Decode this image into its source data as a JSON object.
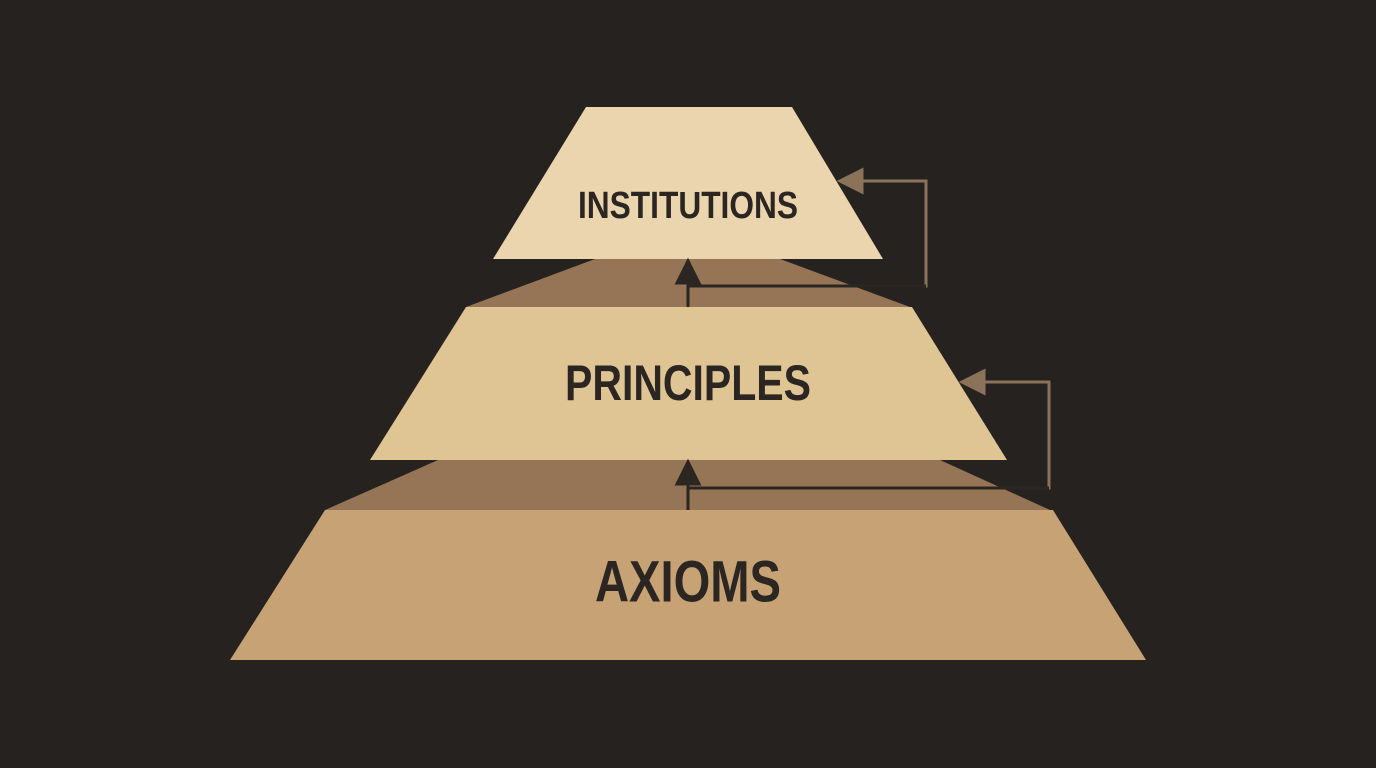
{
  "diagram": {
    "tiers": [
      {
        "id": "institutions",
        "label": "INSTITUTIONS"
      },
      {
        "id": "principles",
        "label": "PRINCIPLES"
      },
      {
        "id": "axioms",
        "label": "AXIOMS"
      }
    ],
    "colors": {
      "background": "#252220",
      "tier_top": "#ead5ae",
      "tier_middle": "#dfc494",
      "tier_bottom": "#c7a274",
      "connector_shading": "#a9845f",
      "arrow_dark": "#2b2622",
      "arrow_feedback": "#8a7358",
      "label_text": "#2b2622"
    }
  }
}
